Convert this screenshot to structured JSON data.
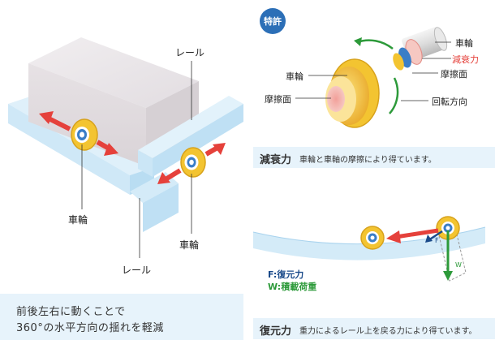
{
  "left": {
    "rail_top_label": "レール",
    "rail_bottom_label": "レール",
    "wheel_left_label": "車輪",
    "wheel_right_label": "車輪",
    "caption_line1": "前後左右に動くことで",
    "caption_line2": "360°の水平方向の揺れを軽減"
  },
  "top_right": {
    "badge": "特許",
    "wheel_label": "車輪",
    "friction_label": "摩擦面",
    "callout_wheel": "車輪",
    "callout_damping": "減衰力",
    "callout_friction": "摩擦面",
    "callout_rotation": "回転方向",
    "caption_title": "減衰力",
    "caption_desc": "車輪と車軸の摩擦により得ています。"
  },
  "bottom_right": {
    "legend_f": "F:復元力",
    "legend_w": "W:積載荷重",
    "f_mark": "F",
    "w_mark": "W",
    "caption_title": "復元力",
    "caption_desc": "重力によるレール上を戻る力により得ています。"
  },
  "colors": {
    "rail": "#cfe8f7",
    "block": "#ebe7ea",
    "arrow_red": "#e5413b",
    "wheel_yellow": "#f3c431",
    "wheel_blue": "#3a7ec7",
    "patent_blue": "#2c6fb7",
    "force_green": "#2d9a3a",
    "restoring_navy": "#1a4a8a"
  }
}
